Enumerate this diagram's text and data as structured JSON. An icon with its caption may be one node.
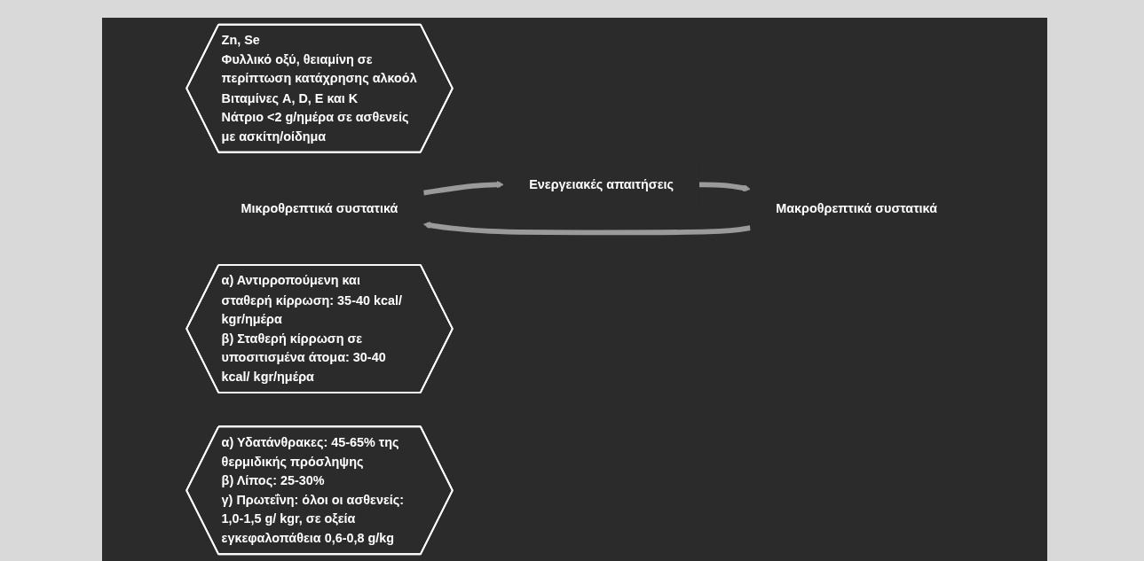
{
  "diagram": {
    "nodes": [
      {
        "text": [
          "Zn, Se",
          "Φυλλικό οξύ, θειαμίνη σε περίπτωση κατάχρησης αλκοόλ",
          "Βιταμίνες A, D, E και K",
          "Νάτριο <2 g/ημέρα σε ασθενείς με ασκίτη/οίδημα"
        ]
      },
      {
        "text": [
          "Μικροθρεπτικά συστατικά"
        ]
      },
      {
        "text": [
          "Ενεργειακές απαιτήσεις"
        ]
      },
      {
        "text": [
          "α) Αντιρροπούμενη και σταθερή κίρρωση: 35-40 kcal/ kgr/ημέρα",
          "β) Σταθερή κίρρωση σε υποσιτισμένα άτομα: 30-40 kcal/ kgr/ημέρα"
        ]
      },
      {
        "text": [
          "α) Υδατάνθρακες: 45-65% της θερμιδικής πρόσληψης",
          "β) Λίπος: 25-30%",
          "γ) Πρωτεΐνη: όλοι οι ασθενείς: 1,0-1,5 g/ kgr, σε οξεία εγκεφαλοπάθεια 0,6-0,8 g/kg"
        ]
      },
      {
        "text": [
          "Μακροθρεπτικά συστατικά"
        ]
      }
    ],
    "edges": [
      {
        "from": 1,
        "to": 2,
        "arrow": "to"
      },
      {
        "from": 2,
        "to": 5,
        "arrow": "to"
      },
      {
        "from": 5,
        "to": 1,
        "arrow": "to"
      }
    ]
  }
}
